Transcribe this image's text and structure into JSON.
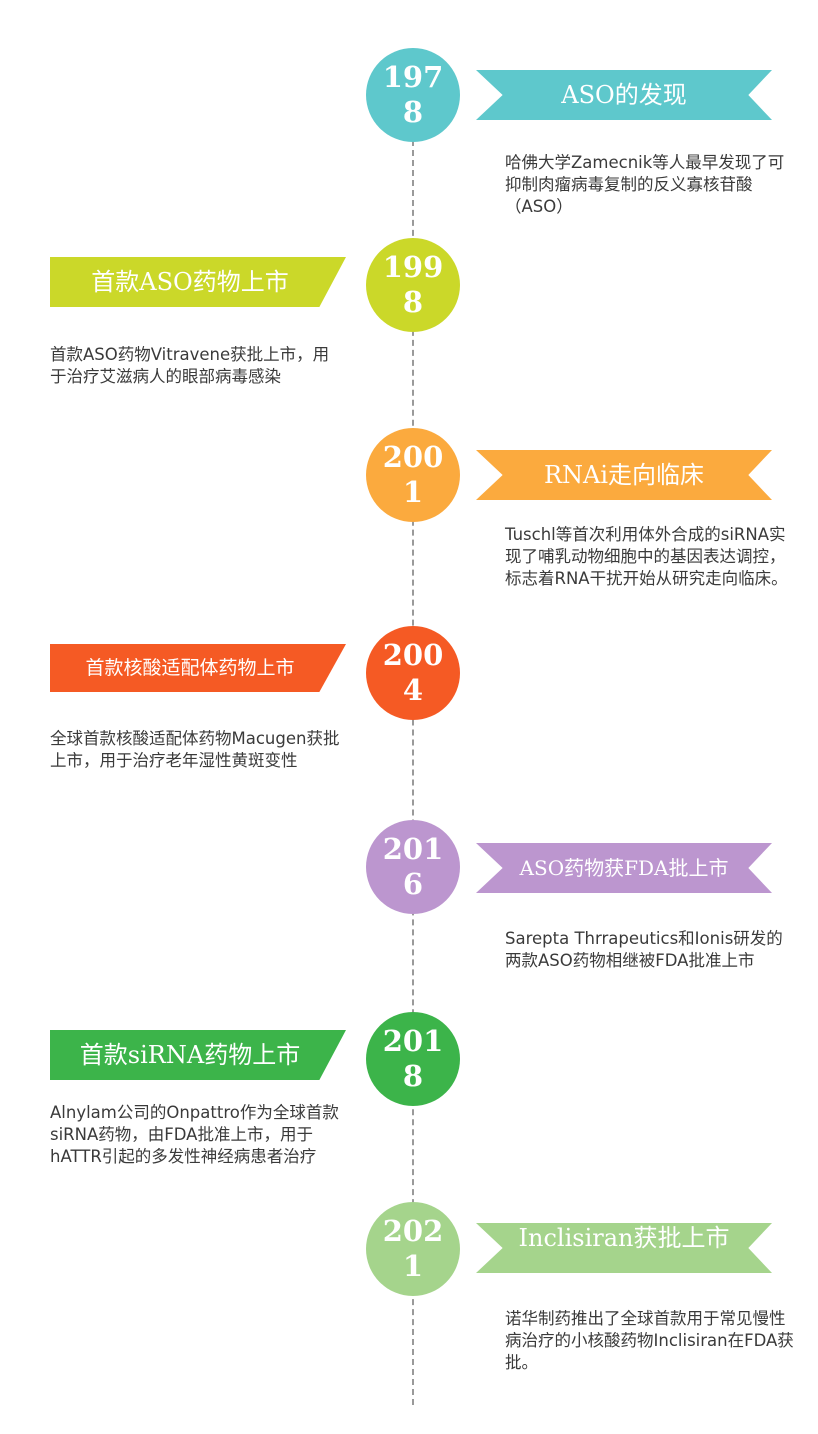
{
  "events": [
    {
      "year": "1978",
      "title": "ASO的发现",
      "description": "哈佛大学Zamecnik等人最早发现了可抑制肉瘤病毒复制的反义寡核苷酸（ASO）",
      "color": "#5ec8cc"
    },
    {
      "year": "1998",
      "title": "首款ASO药物上市",
      "description": "首款ASO药物Vitravene获批上市，用于治疗艾滋病人的眼部病毒感染",
      "color": "#cbd829"
    },
    {
      "year": "2001",
      "title": "RNAi走向临床",
      "description": "Tuschl等首次利用体外合成的siRNA实现了哺乳动物细胞中的基因表达调控，标志着RNA干扰开始从研究走向临床。",
      "color": "#fbaa3e"
    },
    {
      "year": "2004",
      "title": "首款核酸适配体药物上市",
      "description": "全球首款核酸适配体药物Macugen获批上市，用于治疗老年湿性黄斑变性",
      "color": "#f55a24"
    },
    {
      "year": "2016",
      "title": "ASO药物获FDA批上市",
      "description": "Sarepta Thrrapeutics和Ionis研发的两款ASO药物相继被FDA批准上市",
      "color": "#bc96cf"
    },
    {
      "year": "2018",
      "title": "首款siRNA药物上市",
      "description": "Alnylam公司的Onpattro作为全球首款siRNA药物，由FDA批准上市，用于hATTR引起的多发性神经病患者治疗",
      "color": "#3cb44a"
    },
    {
      "year": "2021",
      "title": "Inclisiran获批上市",
      "description": "诺华制药推出了全球首款用于常见慢性病治疗的小核酸药物Inclisiran在FDA获批。",
      "color": "#a5d48c"
    }
  ]
}
